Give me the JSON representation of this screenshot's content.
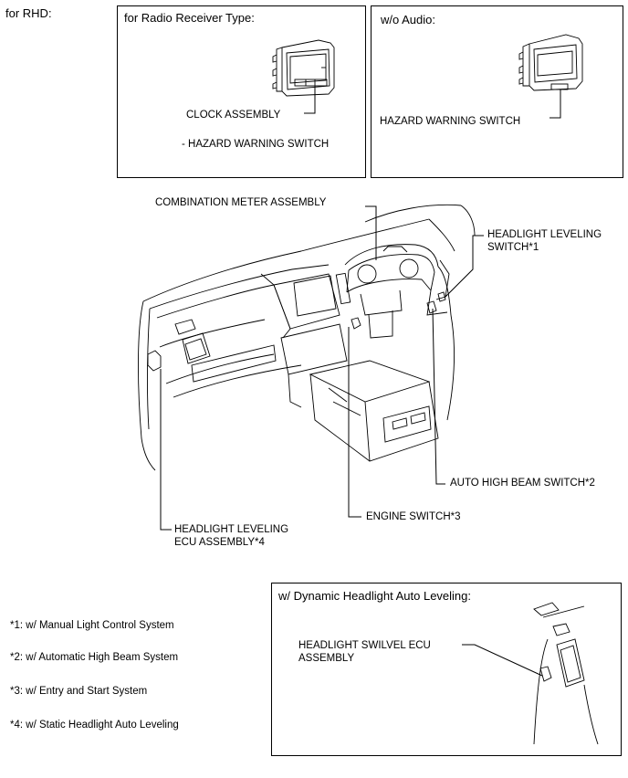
{
  "header": {
    "title": "for RHD:"
  },
  "panels": {
    "radio": {
      "title": "for Radio Receiver Type:",
      "label_clock": "CLOCK ASSEMBLY",
      "label_hazard": "- HAZARD WARNING SWITCH"
    },
    "no_audio": {
      "title": "w/o Audio:",
      "label_hazard": "HAZARD WARNING SWITCH"
    },
    "dynamic": {
      "title": "w/ Dynamic Headlight Auto Leveling:",
      "label_swivel_line1": "HEADLIGHT SWILVEL ECU",
      "label_swivel_line2": "ASSEMBLY"
    }
  },
  "callouts": {
    "combination_meter": "COMBINATION METER ASSEMBLY",
    "leveling_switch_line1": "HEADLIGHT LEVELING",
    "leveling_switch_line2": "SWITCH*1",
    "auto_high_beam": "AUTO HIGH BEAM SWITCH*2",
    "engine_switch": "ENGINE SWITCH*3",
    "leveling_ecu_line1": "HEADLIGHT LEVELING",
    "leveling_ecu_line2": "ECU ASSEMBLY*4"
  },
  "footnotes": [
    "*1: w/ Manual Light Control System",
    "*2: w/ Automatic High Beam System",
    "*3: w/ Entry and Start System",
    "*4: w/ Static Headlight Auto Leveling"
  ]
}
